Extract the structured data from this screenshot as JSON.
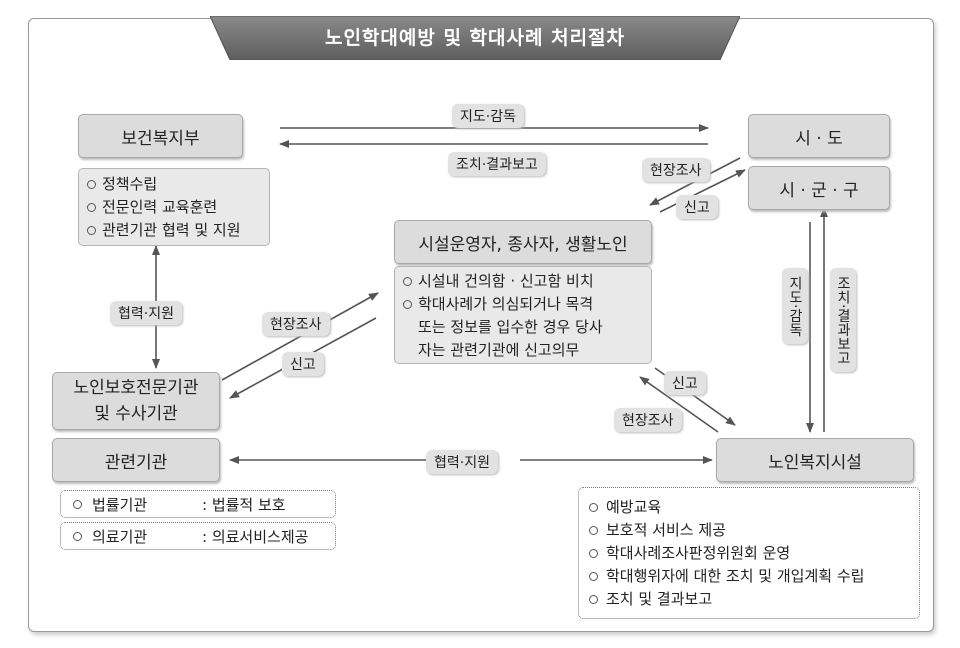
{
  "title": "노인학대예방 및 학대사례 처리절차",
  "nodes": {
    "ministry": "보건복지부",
    "province": "시 · 도",
    "city": "시 · 군 · 구",
    "operators": "시설운영자, 종사자, 생활노인",
    "protection_line1": "노인보호전문기관",
    "protection_line2": "및 수사기관",
    "related": "관련기관",
    "welfare": "노인복지시설"
  },
  "ministry_items": [
    "정책수립",
    "전문인력 교육훈련",
    "관련기관 협력 및 지원"
  ],
  "operators_items": {
    "item1": "시설내 건의함 · 신고함 비치",
    "item2_line1": "학대사례가 의심되거나 목격",
    "item2_line2": "또는 정보를 입수한 경우 당사",
    "item2_line3": "자는 관련기관에 신고의무"
  },
  "related_items": [
    {
      "name": "법률기관",
      "desc": ": 법률적 보호"
    },
    {
      "name": "의료기관",
      "desc": ": 의료서비스제공"
    }
  ],
  "welfare_items": [
    "예방교육",
    "보호적 서비스 제공",
    "학대사례조사판정위원회 운영",
    "학대행위자에 대한 조치 및 개입계획 수립",
    "조치 및 결과보고"
  ],
  "edge_labels": {
    "guidance": "지도·감독",
    "report": "조치·결과보고",
    "cooperation": "협력·지원",
    "investigation": "현장조사",
    "notify": "신고",
    "v_guidance": "지도·감독",
    "v_report": "조치·결과보고"
  },
  "colors": {
    "title_bg": "#6e6e6e",
    "box_bg": "#dcdcdc",
    "arrow": "#555555"
  }
}
